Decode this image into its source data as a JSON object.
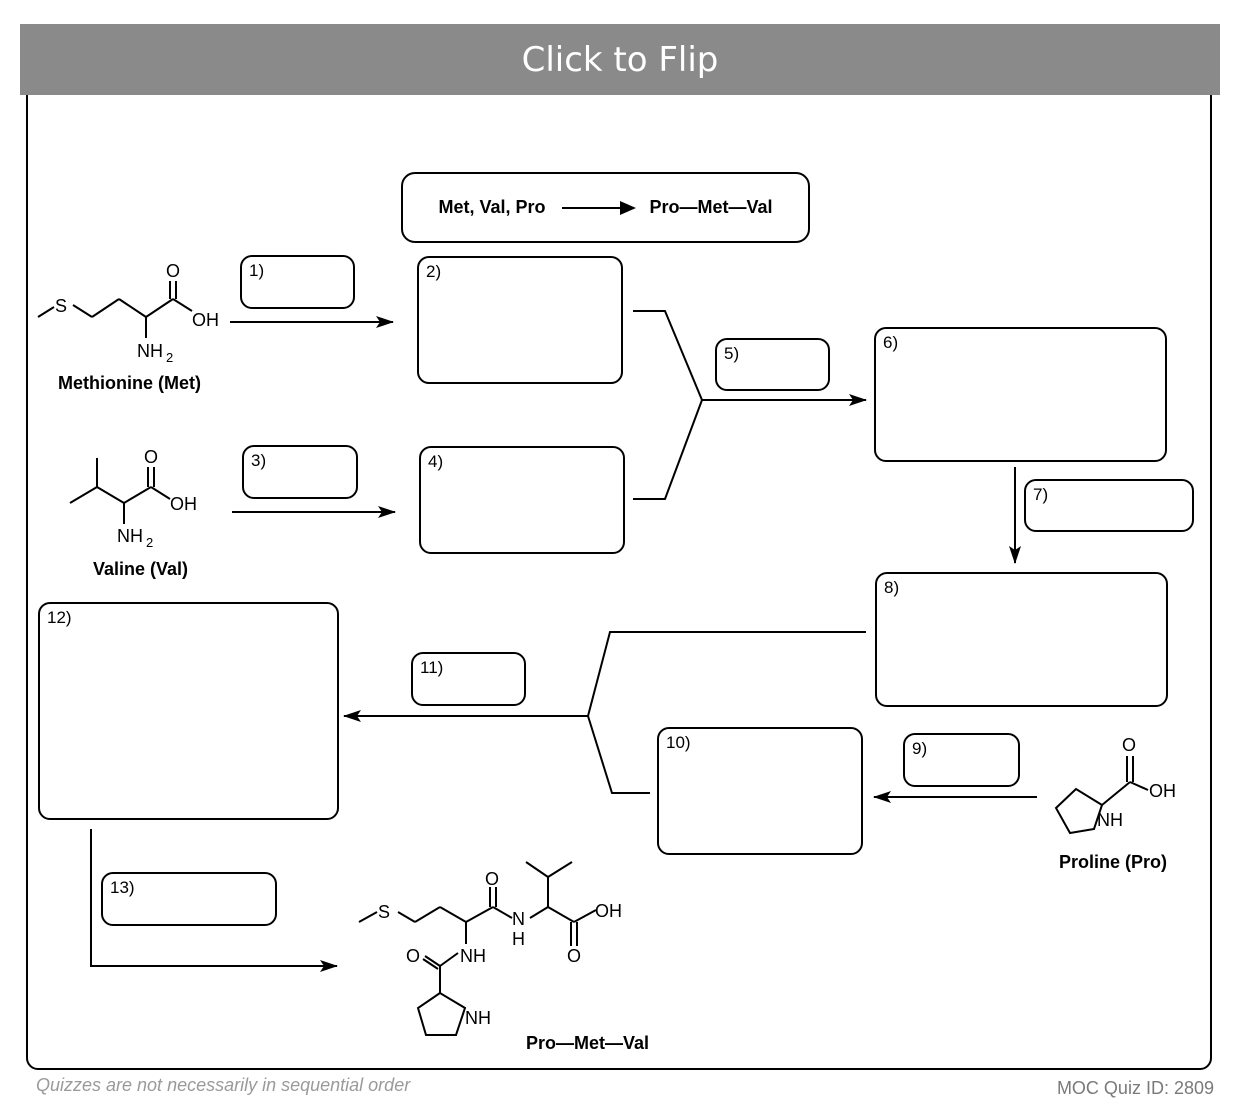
{
  "header": {
    "flip_label": "Click to Flip"
  },
  "summary": {
    "reactants": "Met, Val, Pro",
    "product": "Pro—Met—Val"
  },
  "boxes": [
    "1)",
    "2)",
    "3)",
    "4)",
    "5)",
    "6)",
    "7)",
    "8)",
    "9)",
    "10)",
    "11)",
    "12)",
    "13)"
  ],
  "molecules": {
    "methionine": {
      "name": "Methionine (Met)"
    },
    "valine": {
      "name": "Valine (Val)"
    },
    "proline": {
      "name": "Proline (Pro)"
    },
    "product": {
      "name": "Pro—Met—Val"
    }
  },
  "footer": {
    "note": "Quizzes are not necessarily in sequential order",
    "quiz_id": "MOC Quiz ID: 2809"
  }
}
